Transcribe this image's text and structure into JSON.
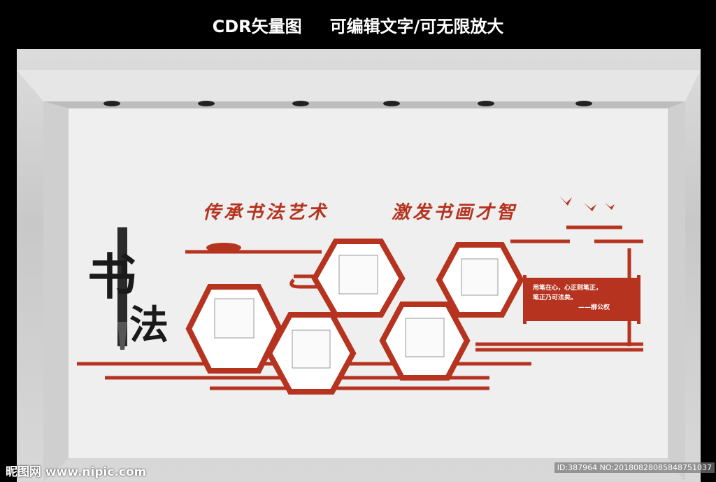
{
  "header": {
    "left": "CDR矢量图",
    "right": "可编辑文字/可无限放大"
  },
  "slogans": [
    "传承书法艺术",
    "激发书画才智"
  ],
  "title_chars": [
    "书",
    "法"
  ],
  "quote": {
    "lines": [
      "用笔在心，心正则笔正，",
      "笔正乃可法矣。"
    ],
    "author": "——柳公权"
  },
  "watermark": {
    "site": "昵图网 www.nipic.com",
    "id": "ID:387964 NO:20180828085848751037"
  },
  "colors": {
    "accent": "#b5331f",
    "wall": "#efefef",
    "bar": "#000000"
  }
}
